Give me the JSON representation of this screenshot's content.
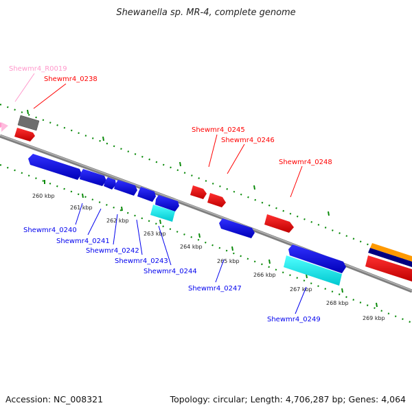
{
  "title": "Shewanella sp. MR-4, complete genome",
  "footer": {
    "accession": "Accession: NC_008321",
    "summary": "Topology: circular; Length: 4,706,287 bp; Genes: 4,064"
  },
  "colors": {
    "forward_gene": "#ff0000",
    "reverse_gene": "#0000ee",
    "reverse_highlight": "#00ffff",
    "other_feature": "#7a7a7a",
    "rna_feature": "#ff99cc",
    "tick": "#0a8a0a",
    "backbone": "#7f7f7f"
  },
  "ticks": [
    "260 kbp",
    "261 kbp",
    "262 kbp",
    "263 kbp",
    "264 kbp",
    "265 kbp",
    "266 kbp",
    "267 kbp",
    "268 kbp",
    "269 kbp"
  ],
  "labels": {
    "r0019": "Shewmr4_R0019",
    "g0238": "Shewmr4_0238",
    "g0245": "Shewmr4_0245",
    "g0246": "Shewmr4_0246",
    "g0248": "Shewmr4_0248",
    "g0240": "Shewmr4_0240",
    "g0241": "Shewmr4_0241",
    "g0242": "Shewmr4_0242",
    "g0243": "Shewmr4_0243",
    "g0244": "Shewmr4_0244",
    "g0247": "Shewmr4_0247",
    "g0249": "Shewmr4_0249"
  }
}
